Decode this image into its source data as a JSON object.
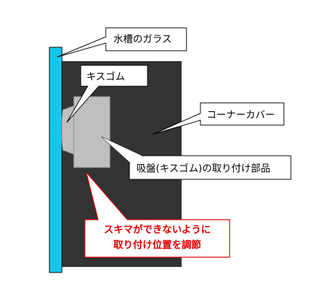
{
  "labels": {
    "glass": "水槽のガラス",
    "suction_cup": "キスゴム",
    "corner_cover": "コーナーカバー",
    "mount_part": "吸盤(キスゴム)の取り付け部品",
    "note_line1": "スキマができないように",
    "note_line2": "取り付け位置を調節"
  },
  "colors": {
    "glass": "#12c8ee",
    "cover": "#333333",
    "mount": "#bfbfbf",
    "note_border": "#e00000",
    "note_text": "#e00000"
  }
}
